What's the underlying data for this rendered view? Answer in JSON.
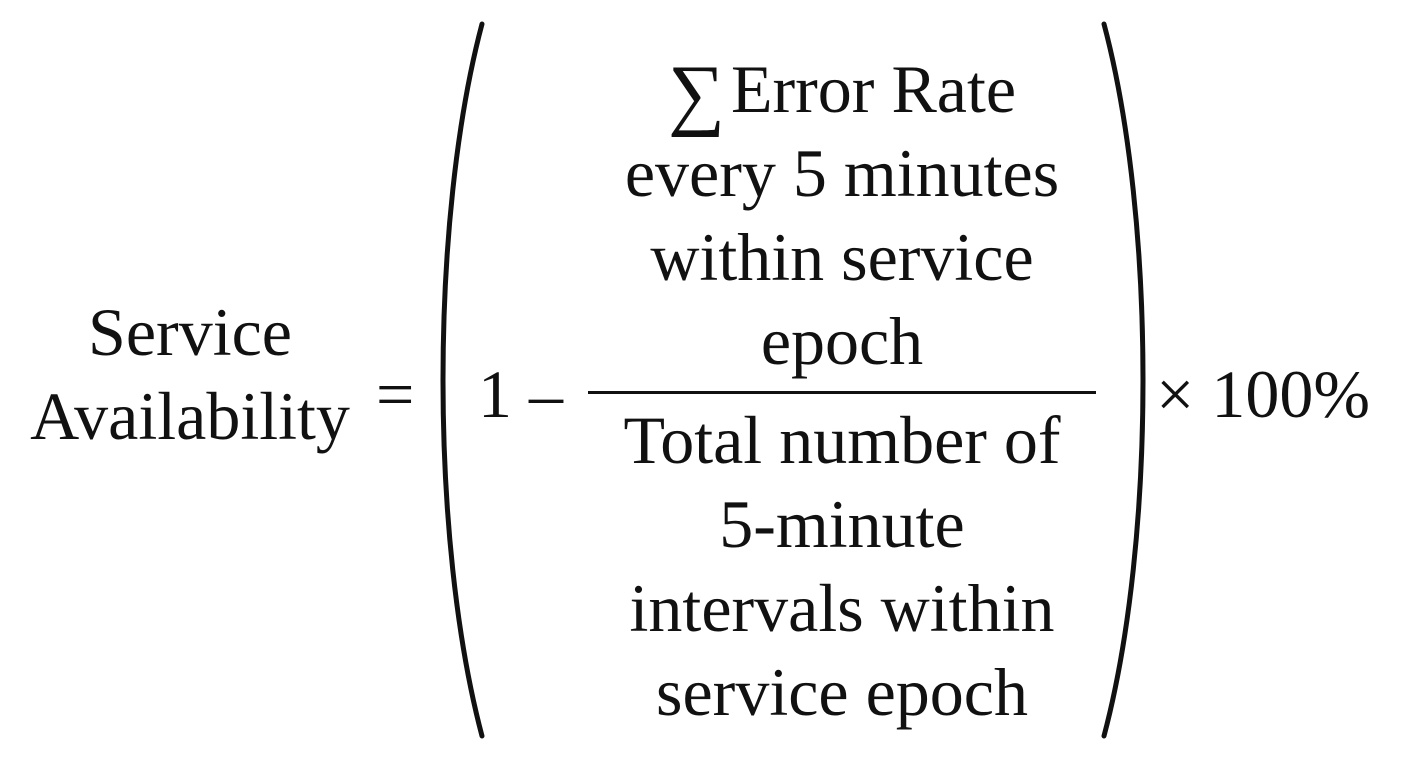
{
  "formula": {
    "lhs_line1": "Service",
    "lhs_line2": "Availability",
    "equals": "=",
    "one_minus": "1 –",
    "numerator": {
      "sigma": "∑",
      "line1": "Error Rate",
      "line2": "every 5 minutes",
      "line3": "within service",
      "line4": "epoch"
    },
    "denominator": {
      "line1": "Total number of",
      "line2": "5-minute",
      "line3": "intervals within",
      "line4": "service epoch"
    },
    "multiplier": "× 100%"
  }
}
